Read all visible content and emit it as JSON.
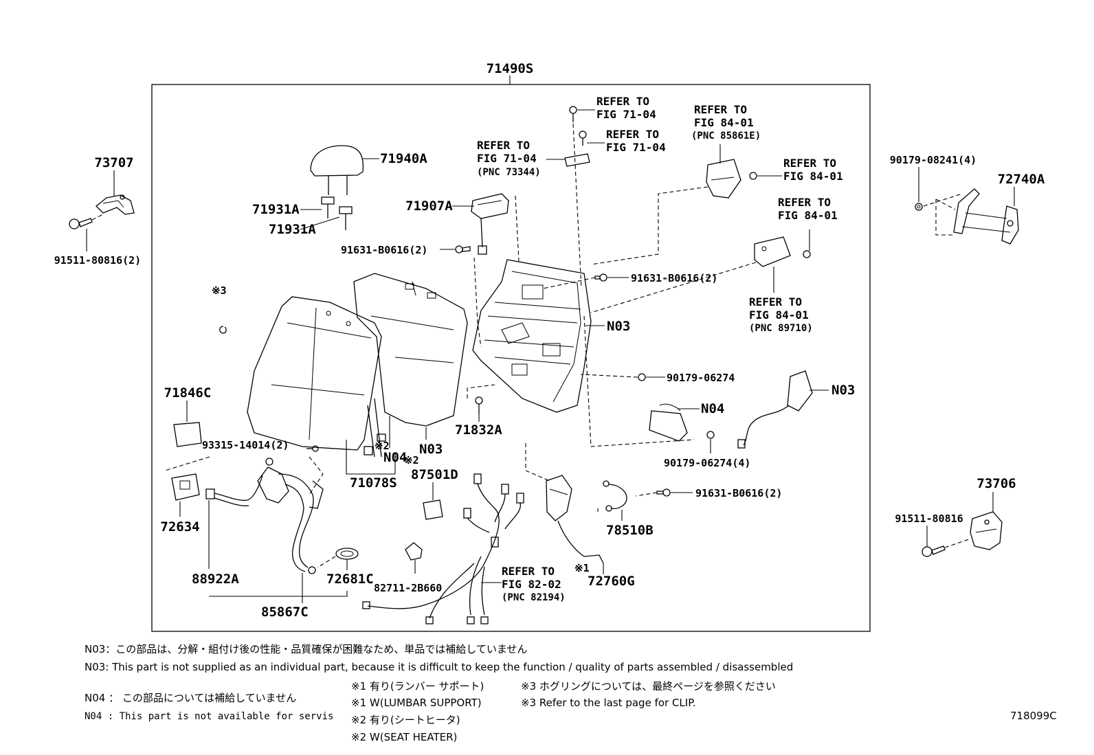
{
  "assembly": {
    "main": "71490S"
  },
  "parts": {
    "p73707": "73707",
    "p91511_2": "91511-80816(2)",
    "p71940A": "71940A",
    "p71931A_1": "71931A",
    "p71931A_2": "71931A",
    "p71907A": "71907A",
    "p91631_a": "91631-B0616(2)",
    "p91631_b": "91631-B0616(2)",
    "p91631_c": "91631-B0616(2)",
    "pN03_a": "N03",
    "pN03_b": "N03",
    "pN03_c": "N03",
    "pN04_a": "N04",
    "pN04_b": "N04",
    "p90179_a": "90179-06274",
    "p90179_b": "90179-06274(4)",
    "p90179_08241": "90179-08241(4)",
    "p72740A": "72740A",
    "p71846C": "71846C",
    "p93315": "93315-14014(2)",
    "p71832A": "71832A",
    "p87501D": "87501D",
    "p71078S": "71078S",
    "p72634": "72634",
    "p88922A": "88922A",
    "p72681C": "72681C",
    "p85867C": "85867C",
    "p82711": "82711-2B660",
    "p72760G": "72760G",
    "p78510B": "78510B",
    "p73706": "73706",
    "p91511_1": "91511-80816",
    "catalog_no": "718099C"
  },
  "marks": {
    "m3": "※3",
    "m2a": "※2",
    "m2b": "※2",
    "m1": "※1"
  },
  "refs": {
    "r1_l1": "REFER TO",
    "r1_l2": "FIG 71-04",
    "r2_l1": "REFER TO",
    "r2_l2": "FIG 71-04",
    "r3_l1": "REFER TO",
    "r3_l2": "FIG 71-04",
    "r3_l3": "(PNC 73344)",
    "r4_l1": "REFER TO",
    "r4_l2": "FIG 84-01",
    "r4_l3": "(PNC 85861E)",
    "r5_l1": "REFER TO",
    "r5_l2": "FIG 84-01",
    "r6_l1": "REFER TO",
    "r6_l2": "FIG 84-01",
    "r7_l1": "REFER TO",
    "r7_l2": "FIG 84-01",
    "r7_l3": "(PNC 89710)",
    "r8_l1": "REFER TO",
    "r8_l2": "FIG 82-02",
    "r8_l3": "(PNC 82194)"
  },
  "notes": {
    "n03_jp": "N03：この部品は、分解・組付け後の性能・品質確保が困難なため、単品では補給していません",
    "n03_en": "N03: This part is not supplied as an individual part, because it is difficult to keep the function / quality of parts assembled / disassembled",
    "n04_jp": "N04 ： この部品については補給していません",
    "n04_en": "N04 : This part is not available for servis",
    "s1_jp": "※1 有り(ランバー サポート)",
    "s1_en": "※1 W(LUMBAR SUPPORT)",
    "s2_jp": "※2 有り(シートヒータ)",
    "s2_en": "※2 W(SEAT HEATER)",
    "s3_jp": "※3 ホグリングについては、最終ページを参照ください",
    "s3_en": "※3 Refer to the last page for CLIP."
  }
}
